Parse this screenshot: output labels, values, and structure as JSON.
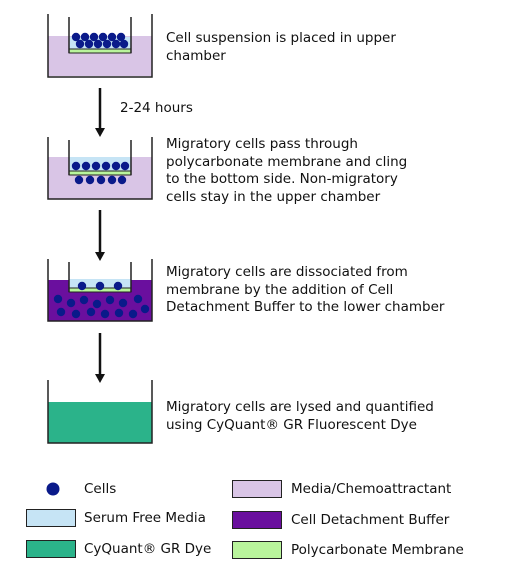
{
  "steps": [
    {
      "text": [
        "Cell suspension is placed in upper",
        "chamber"
      ]
    },
    {
      "text": [
        "Migratory cells pass through",
        "polycarbonate membrane and cling",
        "to the bottom side. Non-migratory",
        "cells stay in the upper chamber"
      ]
    },
    {
      "text": [
        "Migratory cells are dissociated from",
        "membrane by the addition of Cell",
        "Detachment Buffer to the lower chamber"
      ]
    },
    {
      "text": [
        "Migratory cells are lysed and quantified",
        "using CyQuant® GR Fluorescent Dye"
      ]
    }
  ],
  "arrows": [
    {
      "label": "2-24 hours"
    },
    {
      "label": ""
    },
    {
      "label": ""
    }
  ],
  "colors": {
    "cells": "#0a1a8a",
    "media": "#d9c5e6",
    "serum_free_media": "#c6e4f5",
    "detachment_buffer": "#6a0f9e",
    "cyquant": "#2bb38a",
    "membrane": "#b9f59c",
    "outline": "#222222"
  },
  "legend": {
    "cells": "Cells",
    "media": "Media/Chemoattractant",
    "serum_free_media": "Serum Free Media",
    "detachment_buffer": "Cell Detachment Buffer",
    "cyquant": "CyQuant® GR Dye",
    "membrane": "Polycarbonate Membrane"
  }
}
